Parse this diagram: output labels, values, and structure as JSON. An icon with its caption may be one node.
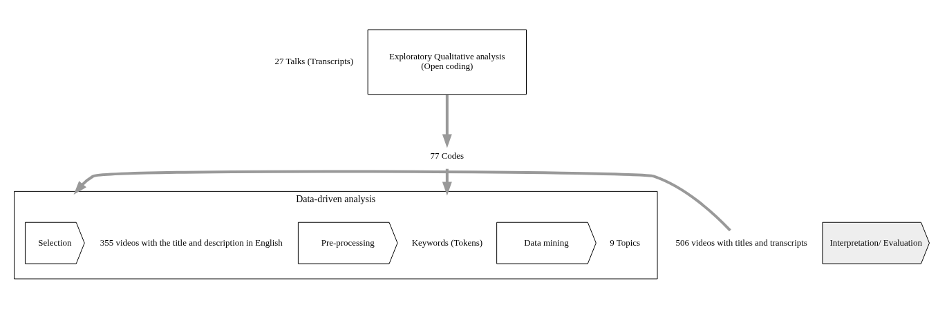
{
  "diagram": {
    "nodes": [
      {
        "text": [
          "Exploratory Qualitative analysis",
          "(Open coding)"
        ],
        "beside": [
          "27 Talks (Transcripts)"
        ]
      },
      {
        "text": [
          "77 Codes"
        ]
      },
      {
        "text": [
          "Data-driven analysis"
        ]
      },
      {
        "text": [
          "506 videos with titles and transcripts"
        ]
      },
      {
        "text": [
          "Selection"
        ],
        "in": 2
      },
      {
        "text": [
          "355 videos with the title and description in English"
        ],
        "in": 2
      },
      {
        "text": [
          "Pre-processing"
        ],
        "in": 2
      },
      {
        "text": [
          "Keywords (Tokens)"
        ],
        "in": 2
      },
      {
        "text": [
          "Data mining"
        ],
        "in": 2
      },
      {
        "text": [
          "9 Topics"
        ],
        "in": 2
      },
      {
        "text": [
          "Interpretation/ Evaluation"
        ]
      }
    ],
    "edges": [
      {
        "from": 0,
        "to": 1,
        "arrow": "to"
      },
      {
        "from": 1,
        "to": 2,
        "arrow": "to"
      },
      {
        "from": 3,
        "to": 2,
        "arrow": "to"
      }
    ]
  }
}
